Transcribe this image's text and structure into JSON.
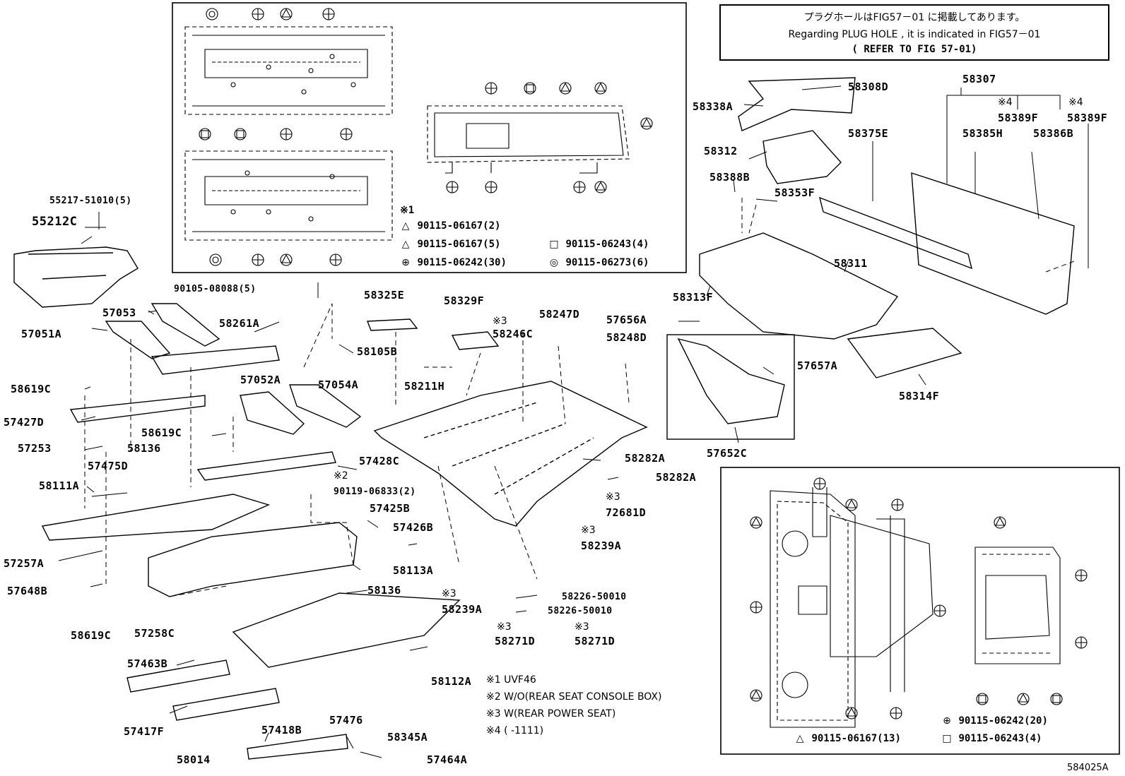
{
  "reference_note": {
    "line_jp": "プラグホールはFIG57－01 に掲載してあります。",
    "line_en": "Regarding  PLUG HOLE , it is indicated  in  FIG57－01",
    "line_ref": "( REFER TO FIG 57-01)"
  },
  "inset_top_legend": {
    "mark": "※1",
    "items": [
      {
        "symbol": "△",
        "text": "90115-06167(2)"
      },
      {
        "symbol": "△",
        "text": "90115-06167(5)"
      },
      {
        "symbol": "□",
        "text": "90115-06243(4)"
      },
      {
        "symbol": "⊕",
        "text": "90115-06242(30)"
      },
      {
        "symbol": "◎",
        "text": "90115-06273(6)"
      }
    ]
  },
  "inset_bottom_legend": {
    "items": [
      {
        "symbol": "⊕",
        "text": "90115-06242(20)"
      },
      {
        "symbol": "△",
        "text": "90115-06167(13)"
      },
      {
        "symbol": "□",
        "text": "90115-06243(4)"
      }
    ]
  },
  "footnotes": [
    "※1 UVF46",
    "※2 W/O(REAR SEAT CONSOLE BOX)",
    "※3 W(REAR POWER SEAT)",
    "※4 (       -1111)"
  ],
  "parts": {
    "p55217": "55217-51010(5)",
    "p55212c": "55212C",
    "p90105": "90105-08088(5)",
    "p57053": "57053",
    "p57051a": "57051A",
    "p58261a": "58261A",
    "p58105b": "58105B",
    "p58325e": "58325E",
    "p58329f": "58329F",
    "p58247d": "58247D",
    "p57656a": "57656A",
    "p58248d": "58248D",
    "p58246c": "58246C",
    "m3a": "※3",
    "p58619c_1": "58619C",
    "p57052a": "57052A",
    "p57054a": "57054A",
    "p58211h": "58211H",
    "p57427d": "57427D",
    "p58619c_2": "58619C",
    "p57253": "57253",
    "p58136_1": "58136",
    "p57428c": "57428C",
    "p57475d": "57475D",
    "m2": "※2",
    "p90119": "90119-06833(2)",
    "p58111a": "58111A",
    "p57425b": "57425B",
    "p57426b": "57426B",
    "p58282a_1": "58282A",
    "p58282a_2": "58282A",
    "m3b": "※3",
    "p72681d": "72681D",
    "m3c": "※3",
    "p58239a_1": "58239A",
    "p57257a": "57257A",
    "p58113a": "58113A",
    "p57648b": "57648B",
    "p58136_2": "58136",
    "m3d": "※3",
    "p58239a_2": "58239A",
    "p58226_1": "58226-50010",
    "p58226_2": "58226-50010",
    "p58619c_3": "58619C",
    "p57258c": "57258C",
    "m3e": "※3",
    "p58271d_1": "58271D",
    "m3f": "※3",
    "p58271d_2": "58271D",
    "p57463b": "57463B",
    "p58112a": "58112A",
    "p57417f": "57417F",
    "p57476": "57476",
    "p58345a": "58345A",
    "p57418b": "57418B",
    "p58014": "58014",
    "p57464a": "57464A",
    "p58338a": "58338A",
    "p58308d": "58308D",
    "p58307": "58307",
    "m4a": "※4",
    "m4b": "※4",
    "p58389f_1": "58389F",
    "p58389f_2": "58389F",
    "p58375e": "58375E",
    "p58385h": "58385H",
    "p58386b": "58386B",
    "p58312": "58312",
    "p58388b": "58388B",
    "p58353f": "58353F",
    "p58311": "58311",
    "p58313f": "58313F",
    "p57657a": "57657A",
    "p58314f": "58314F",
    "p57652c": "57652C"
  },
  "figure_code": "584025A"
}
